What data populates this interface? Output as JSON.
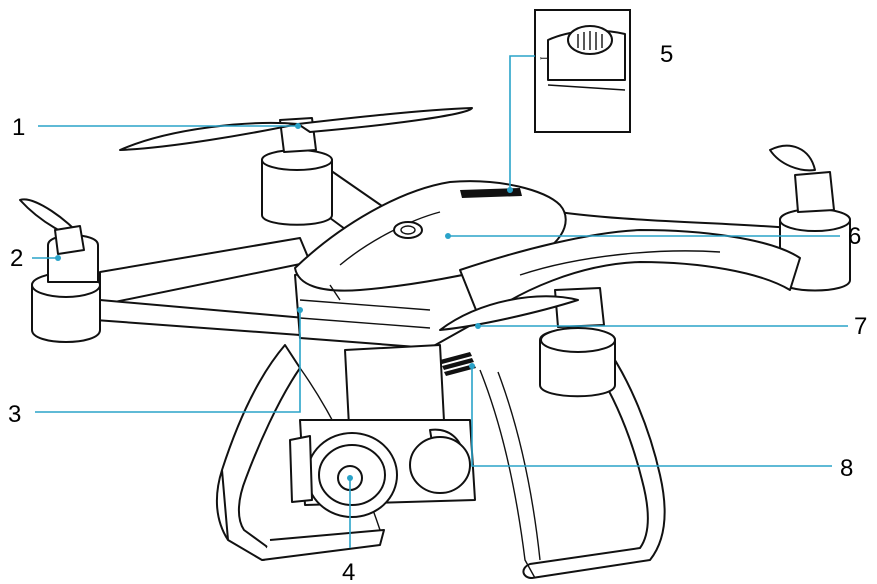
{
  "callouts": [
    {
      "number": "1"
    },
    {
      "number": "2"
    },
    {
      "number": "3"
    },
    {
      "number": "4"
    },
    {
      "number": "5"
    },
    {
      "number": "6"
    },
    {
      "number": "7"
    },
    {
      "number": "8"
    }
  ],
  "colors": {
    "leader": "#2aa3c9",
    "line": "#111111",
    "background": "#ffffff"
  }
}
